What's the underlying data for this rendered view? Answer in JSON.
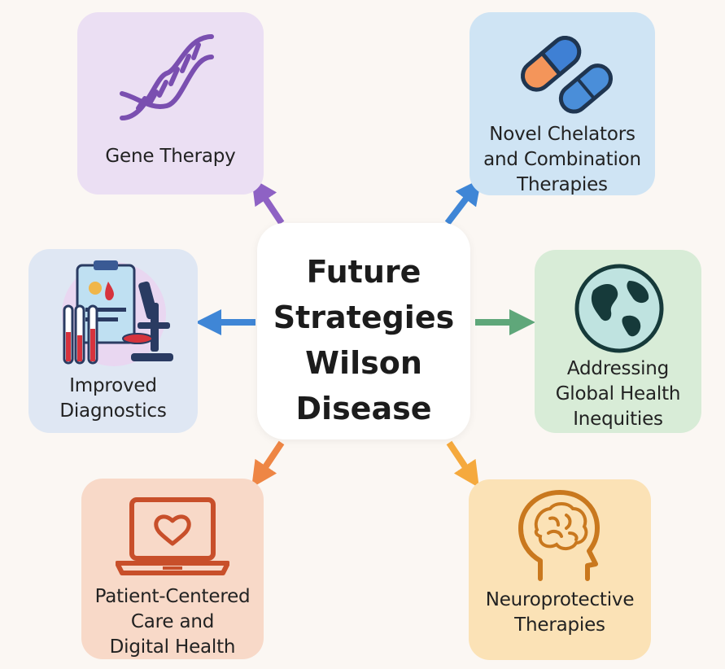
{
  "center": {
    "lines": [
      "Future",
      "Strategies",
      "Wilson",
      "Disease"
    ]
  },
  "nodes": {
    "gene_therapy": {
      "lines": [
        "Gene Therapy"
      ],
      "icon": "dna-icon",
      "color": "#7a4fb0"
    },
    "chelators": {
      "lines": [
        "Novel Chelators",
        "and Combination",
        "Therapies"
      ],
      "icon": "capsule-pills-icon",
      "color": "#3a7fd0"
    },
    "diagnostics": {
      "lines": [
        "Improved",
        "Diagnostics"
      ],
      "icon": "lab-microscope-icon",
      "color": "#3a7fd0"
    },
    "global_health": {
      "lines": [
        "Addressing",
        "Global Health",
        "Inequities"
      ],
      "icon": "globe-icon",
      "color": "#4f9a6a"
    },
    "patient_care": {
      "lines": [
        "Patient-Centered",
        "Care and",
        "Digital Health"
      ],
      "icon": "laptop-heart-icon",
      "color": "#e0783c"
    },
    "neuroprotective": {
      "lines": [
        "Neuroprotective",
        "Therapies"
      ],
      "icon": "brain-head-icon",
      "color": "#f2a030"
    }
  }
}
